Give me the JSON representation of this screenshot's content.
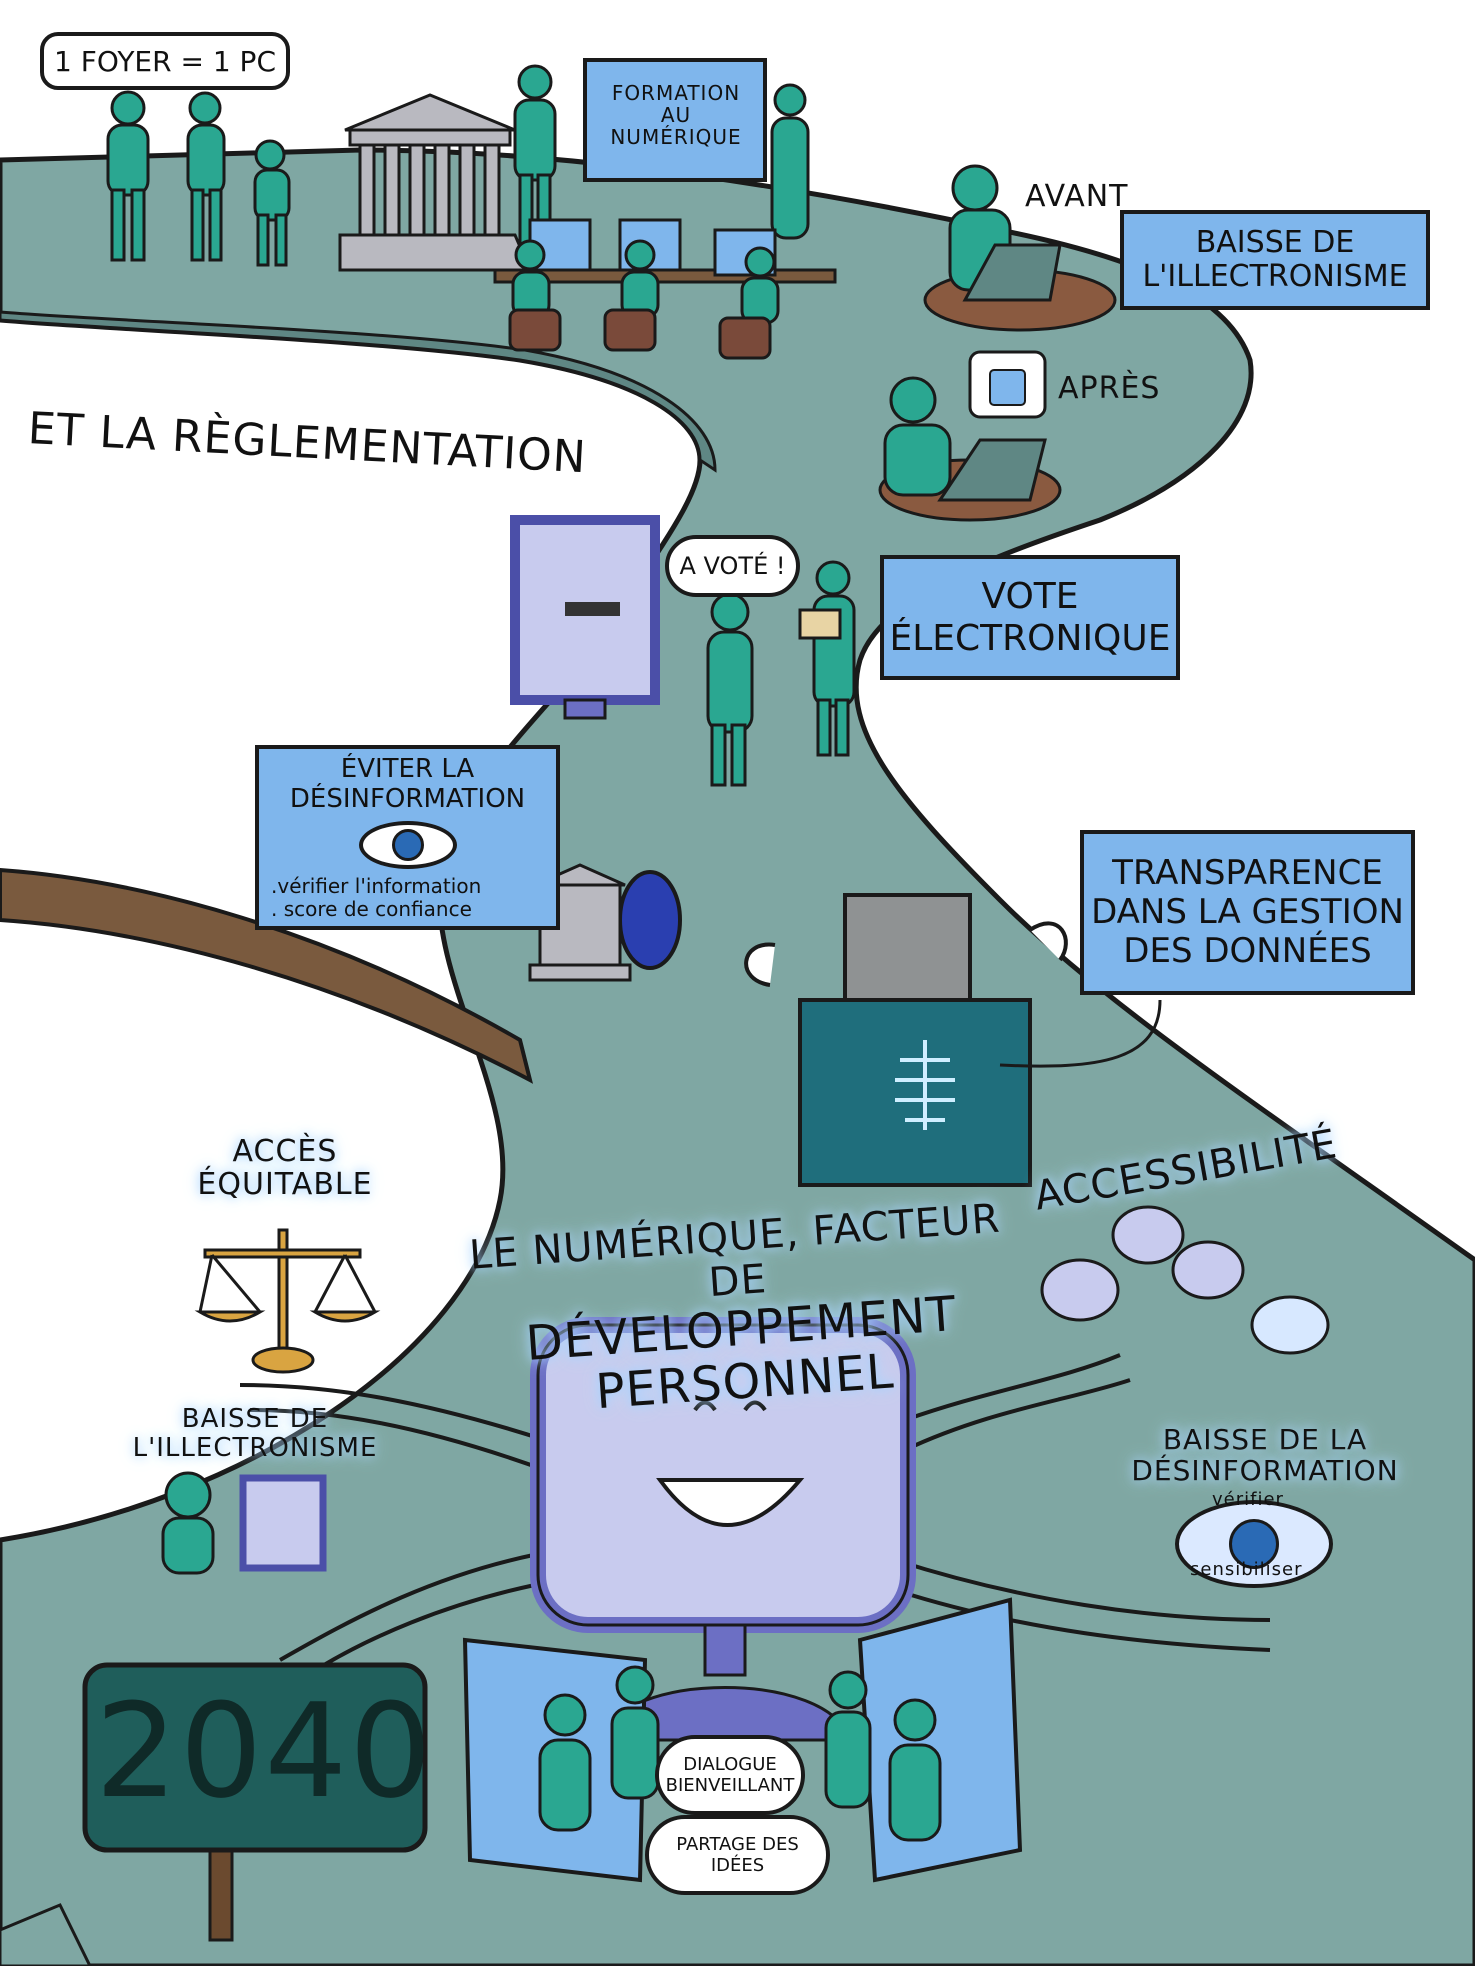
{
  "labels": {
    "foyer_pc": "1 FOYER = 1 PC",
    "formation": [
      "FORMATION",
      "AU",
      "NUMÉRIQUE"
    ],
    "avant": "AVANT",
    "baisse_top": [
      "BAISSE DE",
      "L'ILLECTRONISME"
    ],
    "apres": "APRÈS",
    "reglementation": "ET LA RÈGLEMENTATION",
    "a_vote": "A VOTÉ !",
    "vote": [
      "VOTE",
      "ÉLECTRONIQUE"
    ],
    "desinfo_title": [
      "ÉVITER LA",
      "DÉSINFORMATION"
    ],
    "desinfo_bullets": [
      ".vérifier l'information",
      ". score de confiance"
    ],
    "transparence": [
      "TRANSPARENCE",
      "DANS LA GESTION",
      "DES DONNÉES"
    ],
    "acces": [
      "ACCÈS",
      "ÉQUITABLE"
    ],
    "accessibilite": "ACCESSIBILITÉ",
    "numerique": [
      "LE NUMÉRIQUE, FACTEUR DE",
      "DÉVELOPPEMENT PERSONNEL"
    ],
    "baisse_left": [
      "BAISSE DE",
      "L'ILLECTRONISME"
    ],
    "baisse_right": [
      "BAISSE DE LA",
      "DÉSINFORMATION"
    ],
    "verifier": "vérifier",
    "sensibiliser": "sensibiliser",
    "dialogue": [
      "DIALOGUE",
      "BIENVEILLANT"
    ],
    "partage": [
      "PARTAGE DES",
      "IDÉES"
    ],
    "year": "2040"
  },
  "colors": {
    "road": "#7fa7a3",
    "road_edge": "#5f8784",
    "figure": "#2aa791",
    "box": "#7fb6ec",
    "monitor": "#c8cbee",
    "monitor_frame": "#6c6fc4",
    "sign": "#1f5e5b"
  },
  "icons": [
    "building-icon",
    "eye-icon",
    "ear-icon",
    "wheelchair-icon",
    "thumbs-up-icon",
    "scale-icon",
    "eu-flag-icon",
    "envelope-icon"
  ]
}
